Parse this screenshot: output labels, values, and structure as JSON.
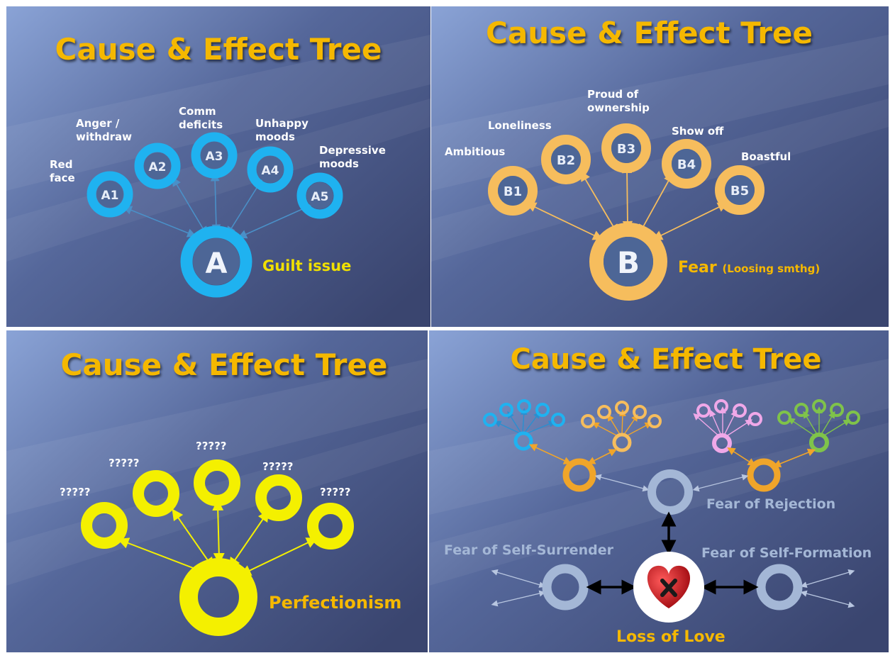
{
  "title": "Cause & Effect Tree",
  "panel_a": {
    "hub": "A",
    "hub_label": "Guilt issue",
    "nodes": [
      {
        "id": "A1",
        "label": "Red\nface"
      },
      {
        "id": "A2",
        "label": "Anger /\nwithdraw"
      },
      {
        "id": "A3",
        "label": "Comm\ndeficits"
      },
      {
        "id": "A4",
        "label": "Unhappy\nmoods"
      },
      {
        "id": "A5",
        "label": "Depressive\nmoods"
      }
    ]
  },
  "panel_b": {
    "hub": "B",
    "hub_label": "Fear",
    "hub_sub": "(Loosing smthg)",
    "nodes": [
      {
        "id": "B1",
        "label": "Ambitious"
      },
      {
        "id": "B2",
        "label": "Loneliness"
      },
      {
        "id": "B3",
        "label": "Proud of\nownership"
      },
      {
        "id": "B4",
        "label": "Show off"
      },
      {
        "id": "B5",
        "label": "Boastful"
      }
    ]
  },
  "panel_c": {
    "hub_label": "Perfectionism",
    "node_labels": [
      "?????",
      "?????",
      "?????",
      "?????",
      "?????"
    ]
  },
  "panel_d": {
    "rejection": "Fear of Rejection",
    "self_surrender": "Fear of Self-Surrender",
    "self_formation": "Fear of Self-Formation",
    "core": "Loss of Love"
  },
  "colors": {
    "bg_light": "#7e98cc",
    "bg_dark": "#3b4670",
    "title": "#f5b800",
    "blue": "#1fb2f0",
    "orange": "#f6bd5d",
    "yellow": "#f4f000",
    "grey": "#a4b7d6",
    "green": "#7fc34a",
    "pink": "#f0a8e8",
    "heart": "#c8141c"
  },
  "icons": {
    "core": "heart-icon",
    "mark": "x-mark-icon"
  }
}
